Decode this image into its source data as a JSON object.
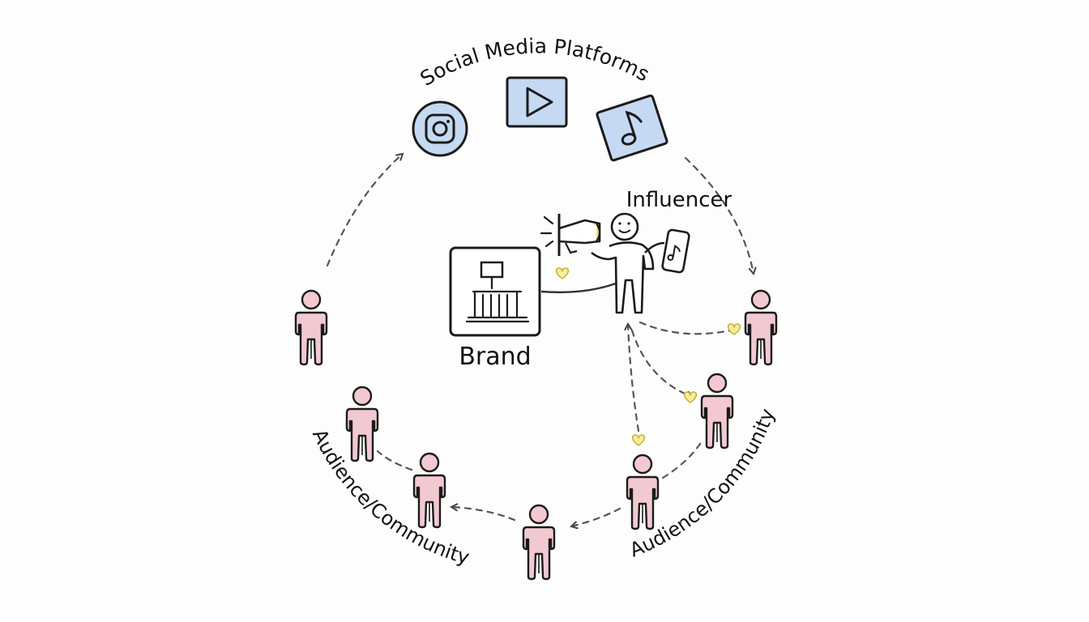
{
  "title": "Social Media Platforms",
  "labels": {
    "influencer": "Influencer",
    "brand": "Brand",
    "audience_left": "Audience/Community",
    "audience_right": "Audience/Community"
  },
  "platforms": [
    {
      "icon": "instagram-icon"
    },
    {
      "icon": "play-video-icon"
    },
    {
      "icon": "music-note-icon"
    }
  ],
  "colors": {
    "person_fill": "#f2c9d1",
    "platform_fill": "#c5d9f3",
    "heart": "#f0e07a",
    "megaphone_accent": "#f3df7c",
    "ink": "#1b1b1b",
    "arrow": "#555555"
  }
}
